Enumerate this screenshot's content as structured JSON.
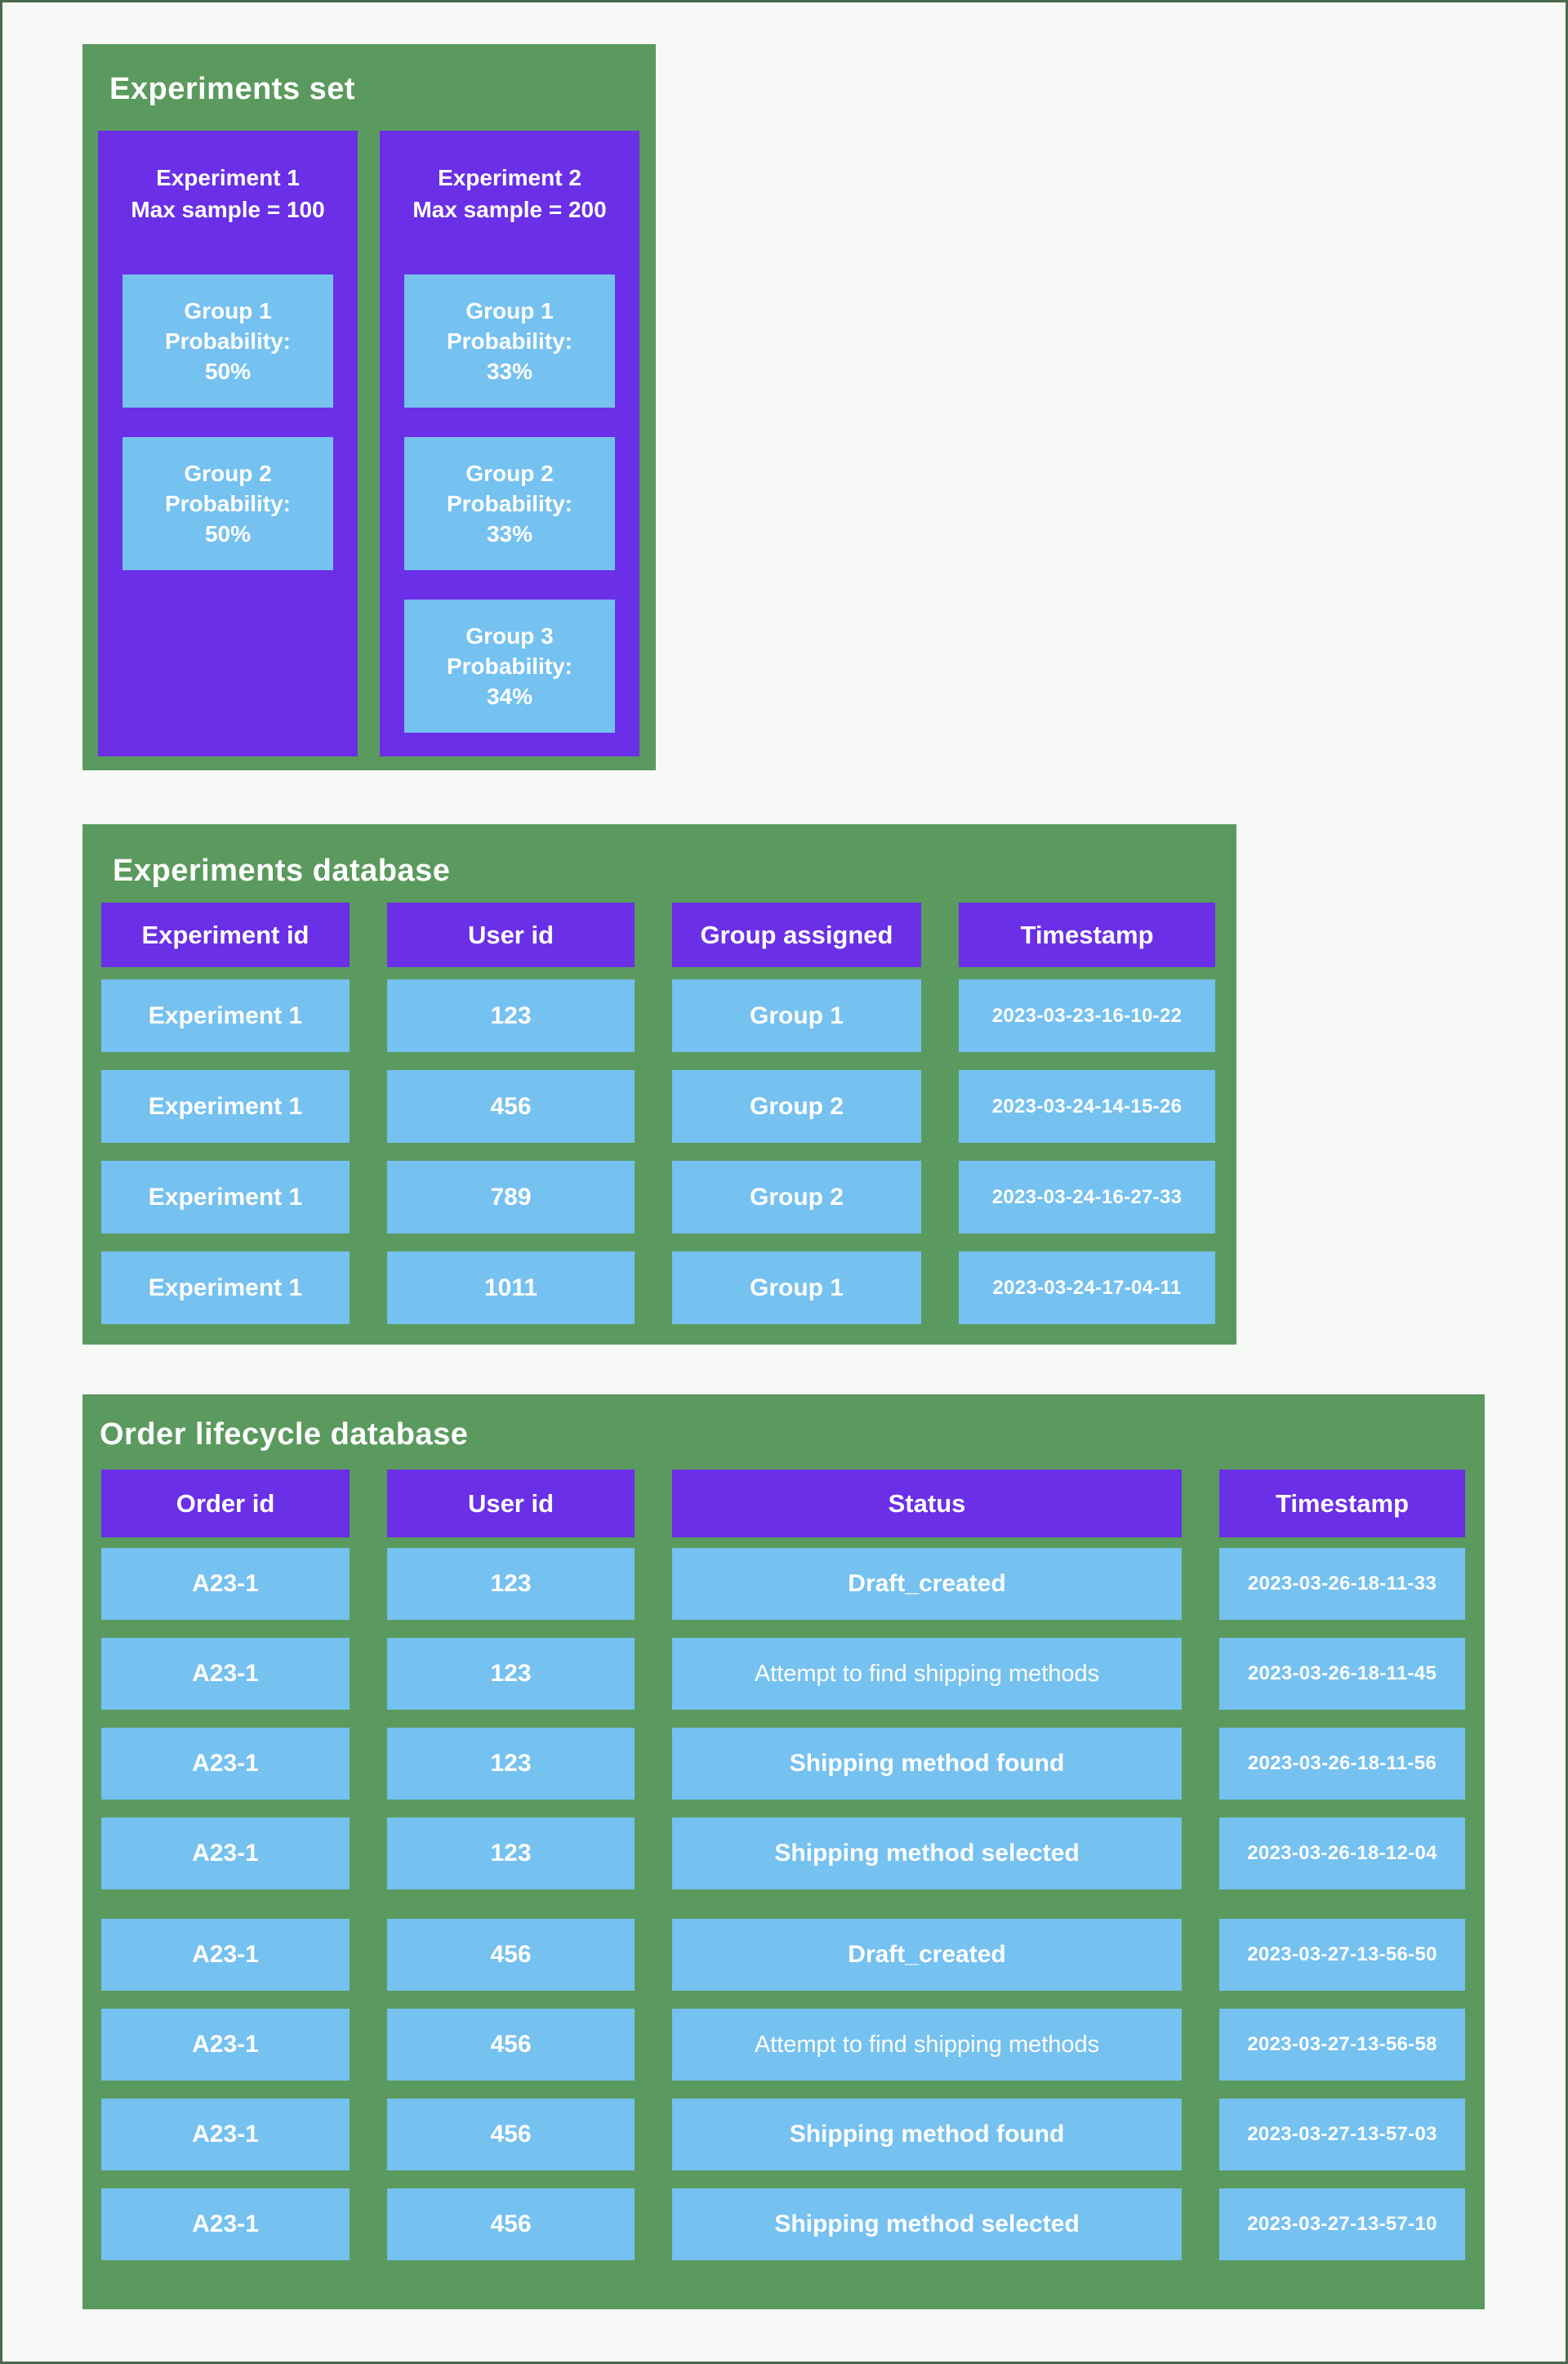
{
  "colors": {
    "page_background": "#f7f9f7",
    "page_border": "#4a694d",
    "panel_green": "#5b9a5e",
    "box_purple": "#6a2fe6",
    "cell_blue": "#75c1f0",
    "text": "#ffffff"
  },
  "experiments_set": {
    "title": "Experiments set",
    "experiments": [
      {
        "header": "Experiment 1\nMax sample = 100",
        "groups": [
          "Group 1\nProbability:\n50%",
          "Group 2\nProbability:\n50%"
        ]
      },
      {
        "header": "Experiment 2\nMax sample = 200",
        "groups": [
          "Group 1\nProbability:\n33%",
          "Group 2\nProbability:\n33%",
          "Group 3\nProbability:\n34%"
        ]
      }
    ]
  },
  "experiments_db": {
    "title": "Experiments database",
    "columns": [
      "Experiment id",
      "User id",
      "Group assigned",
      "Timestamp"
    ],
    "rows": [
      [
        "Experiment 1",
        "123",
        "Group 1",
        "2023-03-23-16-10-22"
      ],
      [
        "Experiment 1",
        "456",
        "Group 2",
        "2023-03-24-14-15-26"
      ],
      [
        "Experiment 1",
        "789",
        "Group 2",
        "2023-03-24-16-27-33"
      ],
      [
        "Experiment 1",
        "1011",
        "Group 1",
        "2023-03-24-17-04-11"
      ]
    ]
  },
  "order_db": {
    "title": "Order lifecycle database",
    "columns": [
      "Order id",
      "User id",
      "Status",
      "Timestamp"
    ],
    "groups": [
      {
        "rows": [
          [
            "A23-1",
            "123",
            "Draft_created",
            "2023-03-26-18-11-33"
          ],
          [
            "A23-1",
            "123",
            "Attempt to find shipping methods",
            "2023-03-26-18-11-45"
          ],
          [
            "A23-1",
            "123",
            "Shipping method found",
            "2023-03-26-18-11-56"
          ],
          [
            "A23-1",
            "123",
            "Shipping method selected",
            "2023-03-26-18-12-04"
          ]
        ]
      },
      {
        "rows": [
          [
            "A23-1",
            "456",
            "Draft_created",
            "2023-03-27-13-56-50"
          ],
          [
            "A23-1",
            "456",
            "Attempt to find shipping methods",
            "2023-03-27-13-56-58"
          ],
          [
            "A23-1",
            "456",
            "Shipping method found",
            "2023-03-27-13-57-03"
          ],
          [
            "A23-1",
            "456",
            "Shipping method selected",
            "2023-03-27-13-57-10"
          ]
        ]
      }
    ]
  }
}
